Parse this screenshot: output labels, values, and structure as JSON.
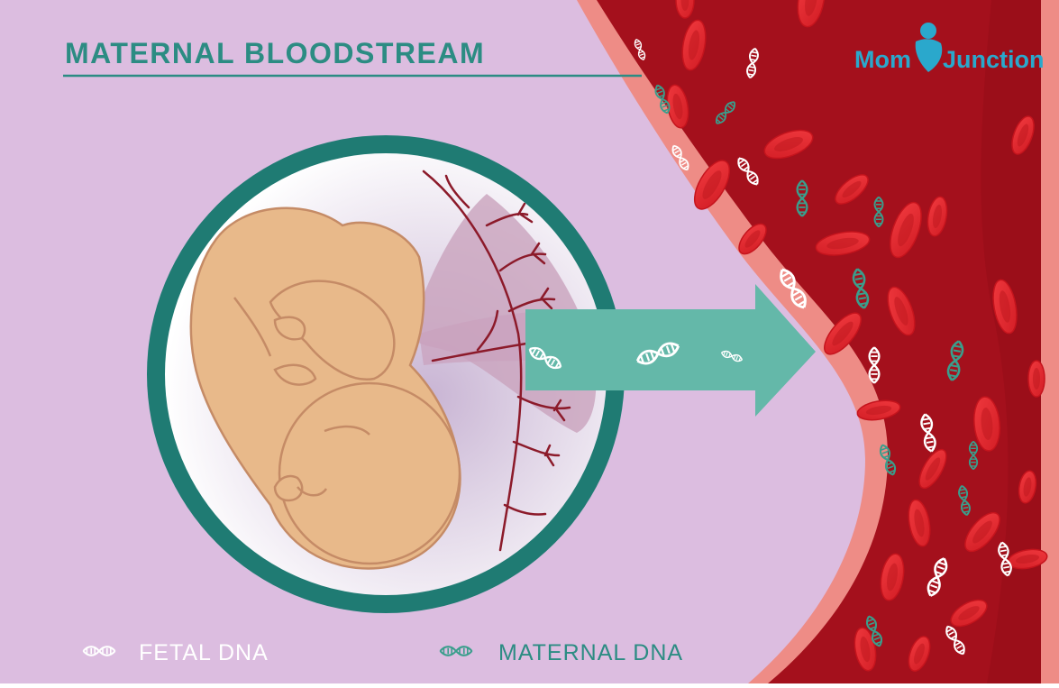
{
  "title": "MATERNAL BLOODSTREAM",
  "logo": {
    "text_left": "Mom",
    "text_right": "Junction"
  },
  "legend": [
    {
      "label": "FETAL DNA",
      "icon": "dna-icon",
      "color": "#ffffff"
    },
    {
      "label": "MATERNAL DNA",
      "icon": "dna-icon",
      "color": "#3a9e8c"
    }
  ],
  "colors": {
    "background": "#dcbde0",
    "title": "#2c8c83",
    "womb_ring": "#1f7b73",
    "vessel_dark": "#a4101c",
    "vessel_edge": "#ee8c86",
    "rbc": "#e3242b",
    "arrow": "#64b8a9",
    "fetus": "#e8b98a"
  }
}
